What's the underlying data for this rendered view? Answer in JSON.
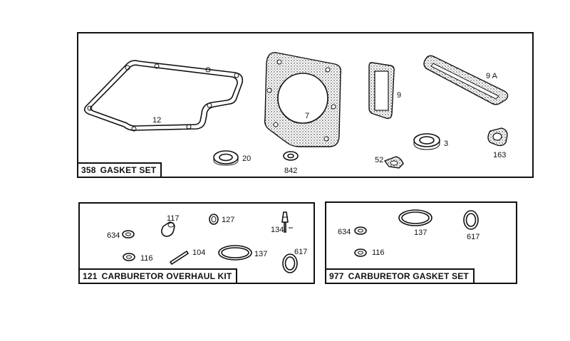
{
  "panels": {
    "gasket_set": {
      "number": "358",
      "title": "GASKET SET",
      "labels": [
        "12",
        "7",
        "9",
        "9 A",
        "20",
        "842",
        "52",
        "3",
        "163"
      ]
    },
    "carb_overhaul": {
      "number": "121",
      "title": "CARBURETOR OVERHAUL KIT",
      "labels": [
        "117",
        "127",
        "134",
        "634",
        "116",
        "104",
        "137",
        "617"
      ]
    },
    "carb_gasket": {
      "number": "977",
      "title": "CARBURETOR GASKET SET",
      "labels": [
        "634",
        "137",
        "617",
        "116"
      ]
    }
  }
}
